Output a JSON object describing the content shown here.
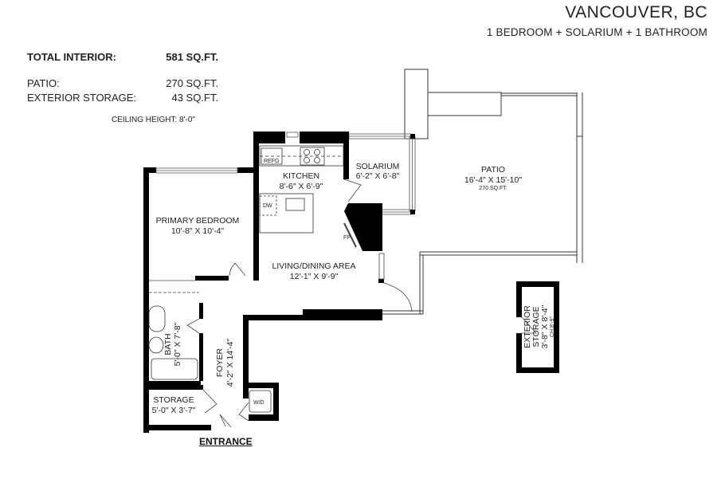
{
  "header": {
    "title": "VANCOUVER, BC",
    "subtitle": "1 BEDROOM + SOLARIUM + 1 BATHROOM"
  },
  "stats": {
    "total_interior_label": "TOTAL INTERIOR:",
    "total_interior_value": "581 SQ.FT.",
    "patio_label": "PATIO:",
    "patio_value": "270 SQ.FT.",
    "exterior_storage_label": "EXTERIOR STORAGE:",
    "exterior_storage_value": "43 SQ.FT.",
    "ceiling_height": "CEILING HEIGHT: 8'-0\""
  },
  "rooms": {
    "kitchen": {
      "name": "KITCHEN",
      "dims": "8'-6\" X 6'-9\""
    },
    "solarium": {
      "name": "SOLARIUM",
      "dims": "6'-2\" X 6'-8\""
    },
    "patio": {
      "name": "PATIO",
      "dims": "16'-4\" X 15'-10\"",
      "area": "270 SQ.FT."
    },
    "primary_bedroom": {
      "name": "PRIMARY BEDROOM",
      "dims": "10'-8\" X 10'-4\""
    },
    "living_dining": {
      "name": "LIVING/DINING AREA",
      "dims": "12'-1\" X 9'-9\""
    },
    "bath": {
      "name": "BATH",
      "dims": "5'-0\" X 7'-8\""
    },
    "foyer": {
      "name": "FOYER",
      "dims": "4'-2\" X 14'-4\""
    },
    "storage": {
      "name": "STORAGE",
      "dims": "5'-0\" X 3'-7\""
    },
    "exterior_storage": {
      "name_line1": "EXTERIOR",
      "name_line2": "STORAGE",
      "dims": "3'-8\" X 8'-4\"",
      "ceiling": "CH:8'-9\""
    }
  },
  "fixtures": {
    "refrigerator": "REFG",
    "dishwasher": "DW",
    "fireplace": "FP",
    "washer_dryer": "W/D"
  },
  "entrance_label": "ENTRANCE"
}
